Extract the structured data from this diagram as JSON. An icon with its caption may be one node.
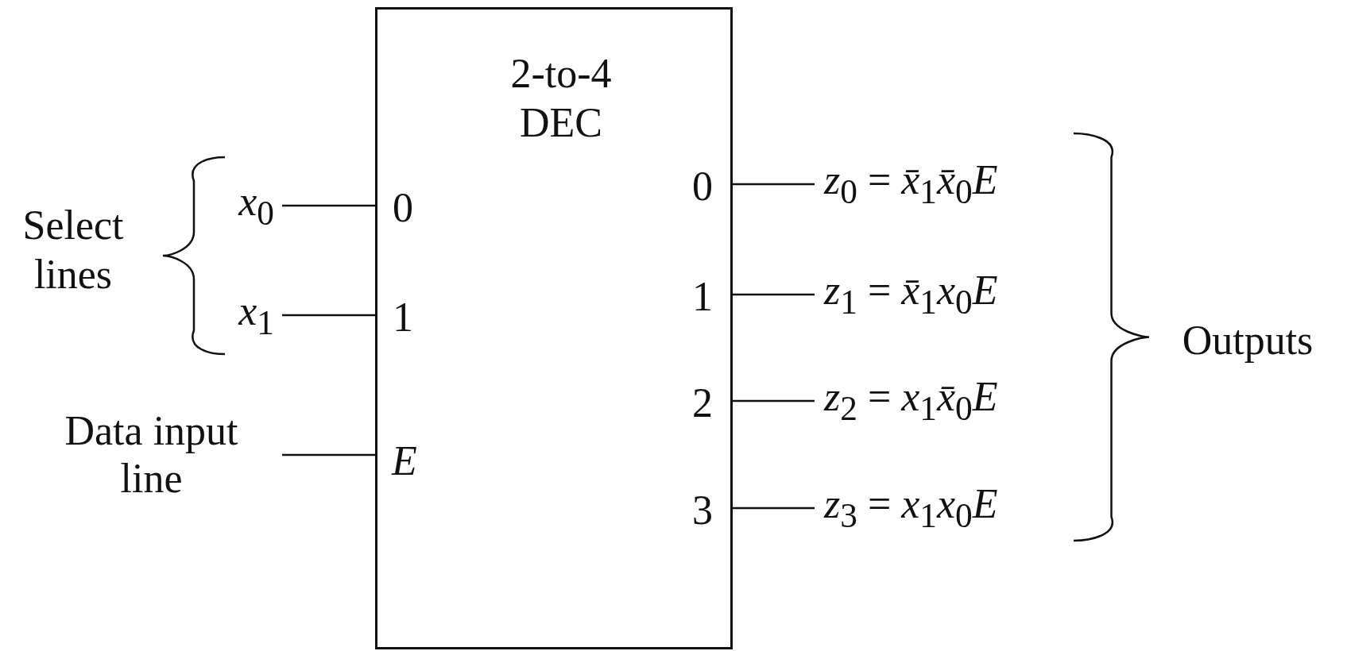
{
  "diagram": {
    "nodes": [
      {
        "text": [
          "2-to-4 DEC",
          "0",
          "1",
          "E",
          "0",
          "1",
          "2",
          "3"
        ]
      },
      {
        "text": [
          "*x*$_{0}$"
        ]
      },
      {
        "text": [
          "*x*$_{1}$"
        ]
      },
      {
        "text": [
          "Data input line"
        ]
      },
      {
        "text": [
          "*z*$_{0}$ = *x̄*$_{1}$*x̄*$_{0}$*E*"
        ]
      },
      {
        "text": [
          "*z*$_{1}$ = *x̄*$_{1}$*x*$_{0}$*E*"
        ]
      },
      {
        "text": [
          "*z*$_{2}$ = *x*$_{1}$*x̄*$_{0}$*E*"
        ]
      },
      {
        "text": [
          "*z*$_{3}$ = *x*$_{1}$*x*$_{0}$*E*"
        ]
      }
    ],
    "edges": [
      {
        "from": 1,
        "to": 0,
        "arrow": "none"
      },
      {
        "from": 2,
        "to": 0,
        "arrow": "none"
      },
      {
        "from": 3,
        "to": 0,
        "arrow": "none"
      },
      {
        "from": 0,
        "to": 4,
        "arrow": "none"
      },
      {
        "from": 0,
        "to": 5,
        "arrow": "none"
      },
      {
        "from": 0,
        "to": 6,
        "arrow": "none"
      },
      {
        "from": 0,
        "to": 7,
        "arrow": "none"
      }
    ],
    "labels": [
      "Select lines",
      "Outputs"
    ]
  }
}
